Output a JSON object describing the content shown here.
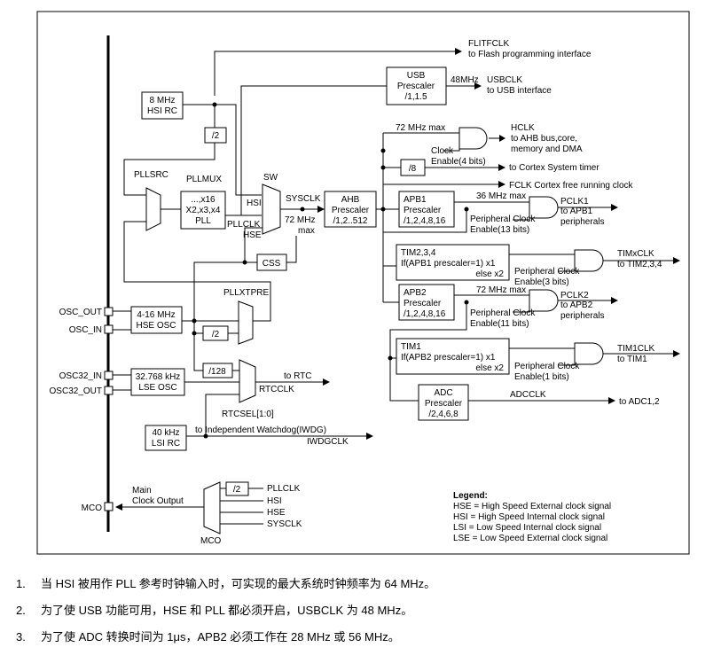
{
  "diagram": {
    "outputs": {
      "flitfclk": "FLITFCLK",
      "flitfclk_desc": "to Flash programming interface",
      "usbclk": "USBCLK",
      "usbclk_desc": "to USB interface",
      "usb_freq": "48MHz",
      "hclk": "HCLK",
      "hclk_desc1": "to AHB bus,core,",
      "hclk_desc2": "memory and DMA",
      "systimer": "to Cortex System timer",
      "fclk": "FCLK Cortex free running clock",
      "pclk1": "PCLK1",
      "pclk1_desc1": "to APB1",
      "pclk1_desc2": "peripherals",
      "timxclk": "TIMxCLK",
      "timxclk_desc": "to TIM2,3,4",
      "pclk2": "PCLK2",
      "pclk2_desc1": "to APB2",
      "pclk2_desc2": "peripherals",
      "tim1clk": "TIM1CLK",
      "tim1clk_desc": "to TIM1",
      "adcclk": "ADCCLK",
      "adcclk_desc": "to ADC1,2",
      "to_rtc": "to RTC",
      "rtcclk": "RTCCLK",
      "to_iwdg": "to Independent Watchdog(IWDG)",
      "iwdgclk": "IWDGCLK"
    },
    "boxes": {
      "hsi_rc": [
        "8 MHz",
        "HSI RC"
      ],
      "div2_hsi": "/2",
      "usb_prescaler": [
        "USB",
        "Prescaler",
        "/1,1.5"
      ],
      "pllmul": [
        "...,x16",
        "X2,x3,x4",
        "PLL"
      ],
      "ahb_prescaler": [
        "AHB",
        "Prescaler",
        "/1,2..512"
      ],
      "div8": "/8",
      "css": "CSS",
      "apb1_prescaler": [
        "APB1",
        "Prescaler",
        "/1,2,4,8,16"
      ],
      "tim234": [
        "TIM2,3,4",
        "If(APB1 prescaler=1) x1",
        "else x2"
      ],
      "apb2_prescaler": [
        "APB2",
        "Prescaler",
        "/1,2,4,8,16"
      ],
      "tim1": [
        "TIM1",
        "If(APB2 prescaler=1) x1",
        "else x2"
      ],
      "adc_prescaler": [
        "ADC",
        "Prescaler",
        "/2,4,6,8"
      ],
      "hse_osc": [
        "4-16 MHz",
        "HSE OSC"
      ],
      "div2_hse": "/2",
      "div128": "/128",
      "lse_osc": [
        "32.768 kHz",
        "LSE OSC"
      ],
      "lsi_rc": [
        "40 kHz",
        "LSI RC"
      ],
      "div2_mco": "/2"
    },
    "labels": {
      "pllsrc": "PLLSRC",
      "pllmux": "PLLMUX",
      "sw": "SW",
      "hsi": "HSI",
      "pllclk": "PLLCLK",
      "hse": "HSE",
      "sysclk": "SYSCLK",
      "max72": "72 MHz",
      "max": "max",
      "hclk_max": "72 MHz max",
      "clock_enable": [
        "Clock",
        "Enable(4 bits)"
      ],
      "pclk1_max": "36 MHz max",
      "apb1_enable": [
        "Peripheral Clock",
        "Enable(13 bits)"
      ],
      "tim234_enable": [
        "Peripheral Clock",
        "Enable(3 bits)"
      ],
      "pclk2_max": "72 MHz max",
      "apb2_enable": [
        "Peripheral Clock",
        "Enable(11 bits)"
      ],
      "tim1_enable": [
        "Peripheral Clock",
        "Enable(1 bits)"
      ],
      "pllxtpre": "PLLXTPRE",
      "rtcsel": "RTCSEL[1:0]",
      "mco_main": [
        "Main",
        "Clock Output"
      ],
      "mco": "MCO",
      "mco_mux": "MCO",
      "mco_in_pllclk": "PLLCLK",
      "mco_in_hsi": "HSI",
      "mco_in_hse": "HSE",
      "mco_in_sysclk": "SYSCLK"
    },
    "pins": {
      "osc_out": "OSC_OUT",
      "osc_in": "OSC_IN",
      "osc32_in": "OSC32_IN",
      "osc32_out": "OSC32_OUT"
    },
    "legend": {
      "title": "Legend:",
      "items": [
        "HSE = High Speed External clock signal",
        "HSI  = High Speed Internal clock signal",
        "LSI  = Low Speed Internal clock signal",
        "LSE = Low Speed External clock signal"
      ]
    }
  },
  "notes": [
    {
      "num": "1.",
      "text": "当 HSI 被用作 PLL 参考时钟输入时，可实现的最大系统时钟频率为 64 MHz。"
    },
    {
      "num": "2.",
      "text": "为了使 USB 功能可用，HSE 和 PLL 都必须开启，USBCLK 为 48 MHz。"
    },
    {
      "num": "3.",
      "text": "为了使 ADC 转换时间为 1μs，APB2 必须工作在 28 MHz 或 56 MHz。"
    }
  ]
}
